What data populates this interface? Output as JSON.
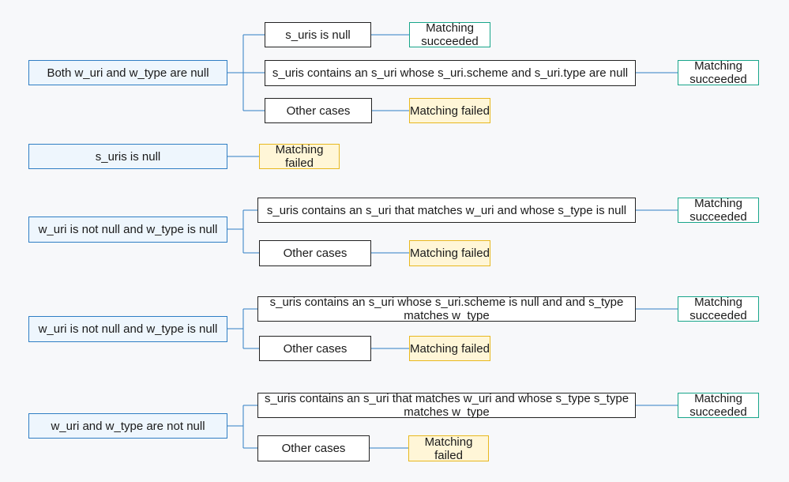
{
  "groups": [
    {
      "condition": "Both w_uri and w_type are null",
      "branches": [
        {
          "condition": "s_uris is null",
          "result": "Matching succeeded",
          "outcome": "success"
        },
        {
          "condition": "s_uris contains an s_uri whose s_uri.scheme and s_uri.type are null",
          "result": "Matching succeeded",
          "outcome": "success"
        },
        {
          "condition": "Other cases",
          "result": "Matching failed",
          "outcome": "failure"
        }
      ]
    },
    {
      "condition": "s_uris is null",
      "result": "Matching failed",
      "outcome": "failure"
    },
    {
      "condition": "w_uri is not null and w_type is null",
      "branches": [
        {
          "condition": "s_uris contains an s_uri that matches w_uri and whose s_type is null",
          "result": "Matching succeeded",
          "outcome": "success"
        },
        {
          "condition": "Other cases",
          "result": "Matching failed",
          "outcome": "failure"
        }
      ]
    },
    {
      "condition": "w_uri is not null and w_type is null",
      "branches": [
        {
          "condition": "s_uris contains an s_uri whose s_uri.scheme is null and and s_type matches w_type",
          "result": "Matching succeeded",
          "outcome": "success"
        },
        {
          "condition": "Other cases",
          "result": "Matching failed",
          "outcome": "failure"
        }
      ]
    },
    {
      "condition": "w_uri and w_type are not null",
      "branches": [
        {
          "condition": "s_uris contains an s_uri that matches w_uri and whose s_type s_type matches w_type",
          "result": "Matching succeeded",
          "outcome": "success"
        },
        {
          "condition": "Other cases",
          "result": "Matching failed",
          "outcome": "failure"
        }
      ]
    }
  ],
  "colors": {
    "connector": "#2f7ec4",
    "root_border": "#2f7ec4",
    "root_fill": "#eef6fd",
    "success_border": "#18a58a",
    "failure_border": "#e8b81f",
    "failure_fill": "#fff6d7"
  }
}
